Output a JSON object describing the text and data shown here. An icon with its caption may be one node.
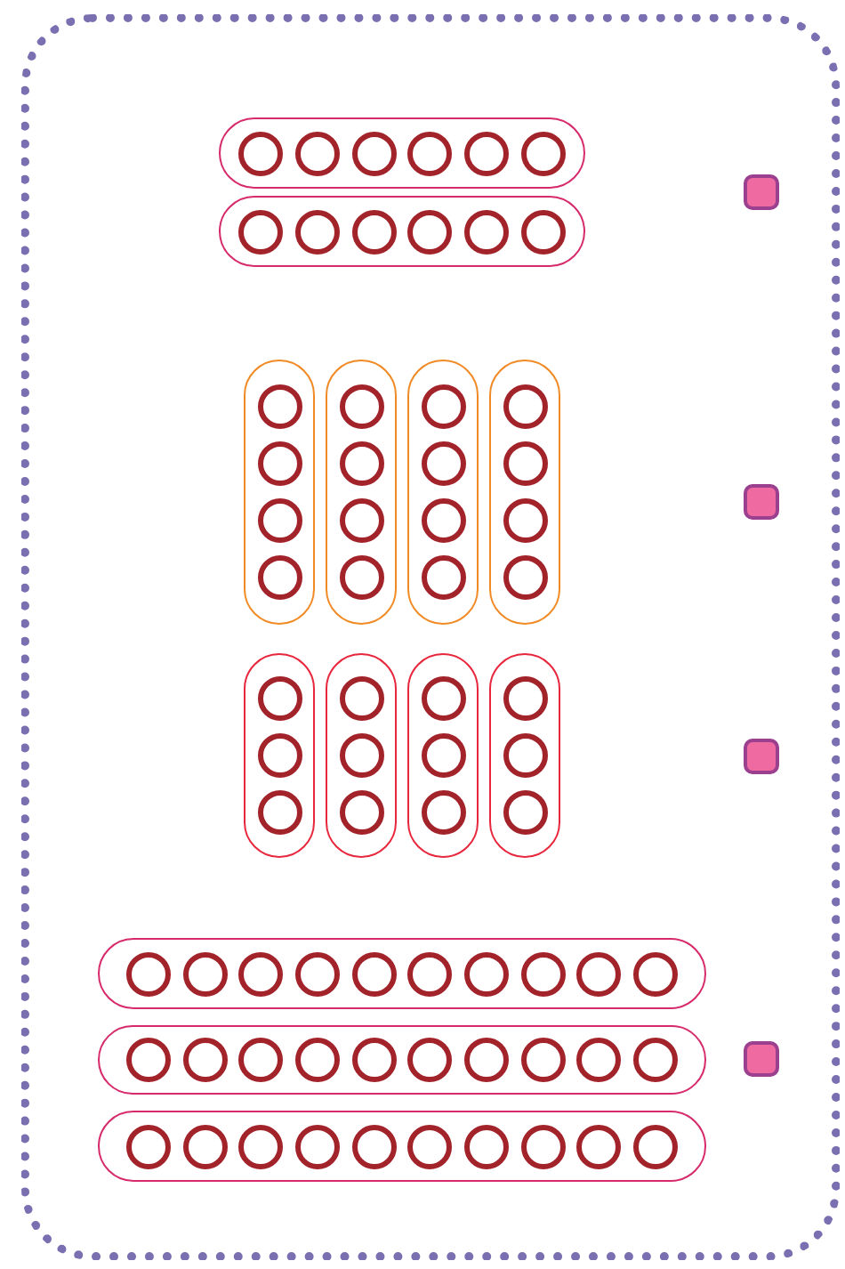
{
  "diagram": {
    "nodes": [
      {
        "text": [],
        "shape": "box"
      },
      {
        "text": [],
        "shape": "bar",
        "in": 0
      },
      {
        "text": [],
        "shape": "circle",
        "in": 1
      },
      {
        "text": [],
        "shape": "circle",
        "in": 1
      },
      {
        "text": [],
        "shape": "circle",
        "in": 1
      },
      {
        "text": [],
        "shape": "circle",
        "in": 1
      },
      {
        "text": [],
        "shape": "circle",
        "in": 1
      },
      {
        "text": [],
        "shape": "circle",
        "in": 1
      },
      {
        "text": [],
        "shape": "bar",
        "in": 0
      },
      {
        "text": [],
        "shape": "circle",
        "in": 8
      },
      {
        "text": [],
        "shape": "circle",
        "in": 8
      },
      {
        "text": [],
        "shape": "circle",
        "in": 8
      },
      {
        "text": [],
        "shape": "circle",
        "in": 8
      },
      {
        "text": [],
        "shape": "circle",
        "in": 8
      },
      {
        "text": [],
        "shape": "circle",
        "in": 8
      },
      {
        "text": [],
        "shape": "box",
        "in": 0
      },
      {
        "text": [],
        "shape": "bar",
        "in": 0
      },
      {
        "text": [],
        "shape": "circle",
        "in": 16
      },
      {
        "text": [],
        "shape": "circle",
        "in": 16
      },
      {
        "text": [],
        "shape": "circle",
        "in": 16
      },
      {
        "text": [],
        "shape": "circle",
        "in": 16
      },
      {
        "text": [],
        "shape": "bar",
        "in": 0
      },
      {
        "text": [],
        "shape": "circle",
        "in": 21
      },
      {
        "text": [],
        "shape": "circle",
        "in": 21
      },
      {
        "text": [],
        "shape": "circle",
        "in": 21
      },
      {
        "text": [],
        "shape": "circle",
        "in": 21
      },
      {
        "text": [],
        "shape": "bar",
        "in": 0
      },
      {
        "text": [],
        "shape": "circle",
        "in": 26
      },
      {
        "text": [],
        "shape": "circle",
        "in": 26
      },
      {
        "text": [],
        "shape": "circle",
        "in": 26
      },
      {
        "text": [],
        "shape": "circle",
        "in": 26
      },
      {
        "text": [],
        "shape": "bar",
        "in": 0
      },
      {
        "text": [],
        "shape": "circle",
        "in": 31
      },
      {
        "text": [],
        "shape": "circle",
        "in": 31
      },
      {
        "text": [],
        "shape": "circle",
        "in": 31
      },
      {
        "text": [],
        "shape": "circle",
        "in": 31
      },
      {
        "text": [],
        "shape": "box",
        "in": 0
      },
      {
        "text": [],
        "shape": "bar",
        "in": 0
      },
      {
        "text": [],
        "shape": "circle",
        "in": 37
      },
      {
        "text": [],
        "shape": "circle",
        "in": 37
      },
      {
        "text": [],
        "shape": "circle",
        "in": 37
      },
      {
        "text": [],
        "shape": "bar",
        "in": 0
      },
      {
        "text": [],
        "shape": "circle",
        "in": 41
      },
      {
        "text": [],
        "shape": "circle",
        "in": 41
      },
      {
        "text": [],
        "shape": "circle",
        "in": 41
      },
      {
        "text": [],
        "shape": "bar",
        "in": 0
      },
      {
        "text": [],
        "shape": "circle",
        "in": 45
      },
      {
        "text": [],
        "shape": "circle",
        "in": 45
      },
      {
        "text": [],
        "shape": "circle",
        "in": 45
      },
      {
        "text": [],
        "shape": "bar",
        "in": 0
      },
      {
        "text": [],
        "shape": "circle",
        "in": 49
      },
      {
        "text": [],
        "shape": "circle",
        "in": 49
      },
      {
        "text": [],
        "shape": "circle",
        "in": 49
      },
      {
        "text": [],
        "shape": "box",
        "in": 0
      },
      {
        "text": [],
        "shape": "bar",
        "in": 0
      },
      {
        "text": [],
        "shape": "circle",
        "in": 54
      },
      {
        "text": [],
        "shape": "circle",
        "in": 54
      },
      {
        "text": [],
        "shape": "circle",
        "in": 54
      },
      {
        "text": [],
        "shape": "circle",
        "in": 54
      },
      {
        "text": [],
        "shape": "circle",
        "in": 54
      },
      {
        "text": [],
        "shape": "circle",
        "in": 54
      },
      {
        "text": [],
        "shape": "circle",
        "in": 54
      },
      {
        "text": [],
        "shape": "circle",
        "in": 54
      },
      {
        "text": [],
        "shape": "circle",
        "in": 54
      },
      {
        "text": [],
        "shape": "circle",
        "in": 54
      },
      {
        "text": [],
        "shape": "bar",
        "in": 0
      },
      {
        "text": [],
        "shape": "circle",
        "in": 65
      },
      {
        "text": [],
        "shape": "circle",
        "in": 65
      },
      {
        "text": [],
        "shape": "circle",
        "in": 65
      },
      {
        "text": [],
        "shape": "circle",
        "in": 65
      },
      {
        "text": [],
        "shape": "circle",
        "in": 65
      },
      {
        "text": [],
        "shape": "circle",
        "in": 65
      },
      {
        "text": [],
        "shape": "circle",
        "in": 65
      },
      {
        "text": [],
        "shape": "circle",
        "in": 65
      },
      {
        "text": [],
        "shape": "circle",
        "in": 65
      },
      {
        "text": [],
        "shape": "circle",
        "in": 65
      },
      {
        "text": [],
        "shape": "bar",
        "in": 0
      },
      {
        "text": [],
        "shape": "circle",
        "in": 76
      },
      {
        "text": [],
        "shape": "circle",
        "in": 76
      },
      {
        "text": [],
        "shape": "circle",
        "in": 76
      },
      {
        "text": [],
        "shape": "circle",
        "in": 76
      },
      {
        "text": [],
        "shape": "circle",
        "in": 76
      },
      {
        "text": [],
        "shape": "circle",
        "in": 76
      },
      {
        "text": [],
        "shape": "circle",
        "in": 76
      },
      {
        "text": [],
        "shape": "circle",
        "in": 76
      },
      {
        "text": [],
        "shape": "circle",
        "in": 76
      },
      {
        "text": [],
        "shape": "circle",
        "in": 76
      },
      {
        "text": [],
        "shape": "box",
        "in": 0
      }
    ]
  }
}
